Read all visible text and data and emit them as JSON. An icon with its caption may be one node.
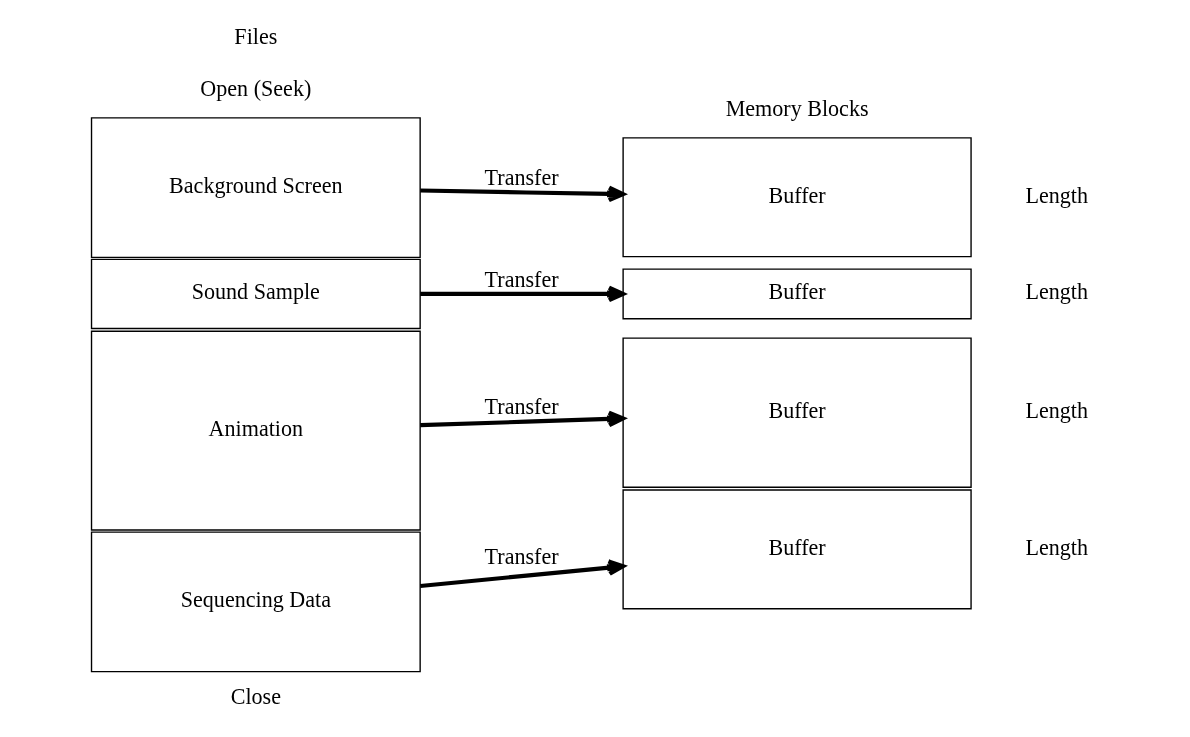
{
  "diagram": {
    "nodes": [
      {
        "text": [
          "Background Screen"
        ]
      },
      {
        "text": [
          "Sound Sample"
        ]
      },
      {
        "text": [
          "Animation"
        ]
      },
      {
        "text": [
          "Sequencing Data"
        ]
      },
      {
        "text": [
          "Buffer"
        ],
        "beside": [
          "Length"
        ]
      },
      {
        "text": [
          "Buffer"
        ],
        "beside": [
          "Length"
        ]
      },
      {
        "text": [
          "Buffer"
        ],
        "beside": [
          "Length"
        ]
      },
      {
        "text": [
          "Buffer"
        ],
        "beside": [
          "Length"
        ]
      }
    ],
    "edges": [
      {
        "from": 0,
        "to": 4,
        "arrow": "to",
        "label": "Transfer"
      },
      {
        "from": 1,
        "to": 5,
        "arrow": "to",
        "label": "Transfer"
      },
      {
        "from": 2,
        "to": 6,
        "arrow": "to",
        "label": "Transfer"
      },
      {
        "from": 3,
        "to": 7,
        "arrow": "to",
        "label": "Transfer"
      }
    ],
    "labels": [
      "Files",
      "Memory Blocks",
      "Open (Seek)",
      "Close"
    ]
  }
}
